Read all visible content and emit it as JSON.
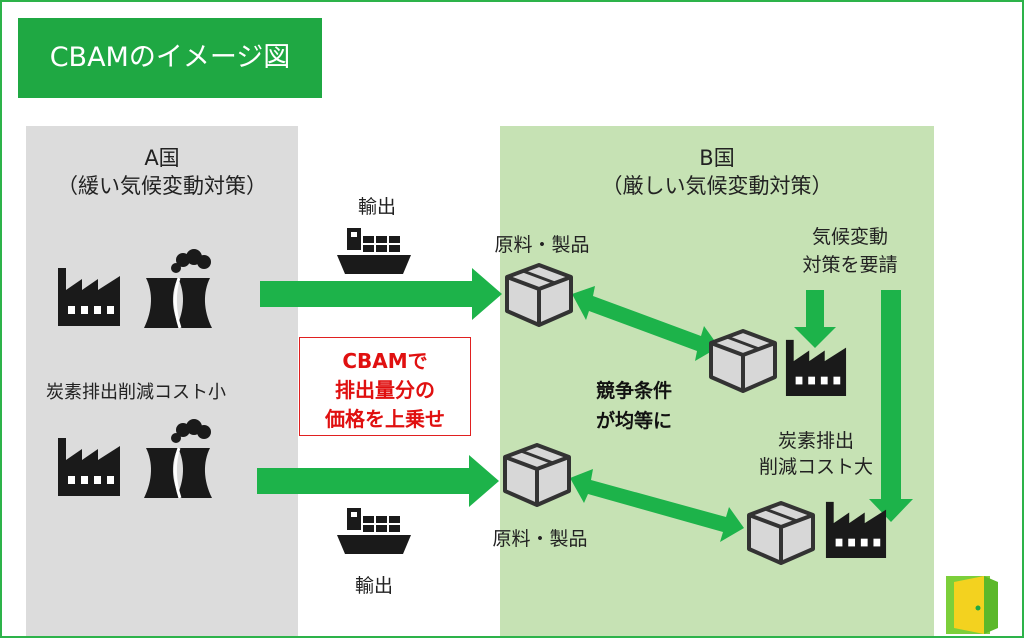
{
  "title": "CBAMのイメージ図",
  "country_a": {
    "name": "A国",
    "policy": "（緩い気候変動対策）"
  },
  "country_b": {
    "name": "B国",
    "policy": "（厳しい気候変動対策）"
  },
  "export_label": "輸出",
  "goods_label": "原料・製品",
  "cost_small": "炭素排出削減コスト小",
  "cbam_callout": [
    "CBAMで",
    "排出量分の",
    "価格を上乗せ"
  ],
  "equal_conditions": [
    "競争条件",
    "が均等に"
  ],
  "climate_request": [
    "気候変動",
    "対策を要請"
  ],
  "cost_large": [
    "炭素排出",
    "削減コスト大"
  ],
  "colors": {
    "accent": "#1fa843",
    "arrow": "#1db34a",
    "panel_a": "#dcdcdc",
    "panel_b": "#c6e2b4",
    "callout_text": "#e01010",
    "icon": "#1a1a1a",
    "box_fill": "#d7d7d7"
  },
  "icons": [
    "factory-icon",
    "power-plant-icon",
    "cargo-ship-icon",
    "package-box-icon",
    "door-logo-icon"
  ]
}
